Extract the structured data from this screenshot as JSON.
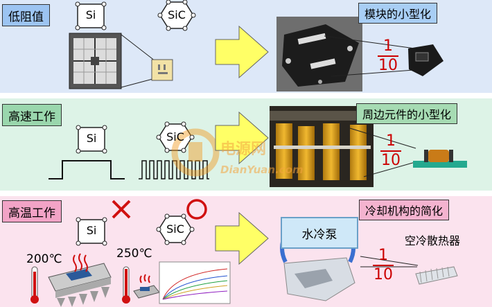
{
  "rows": [
    {
      "label": "低阻值",
      "result": "模块的小型化"
    },
    {
      "label": "高速工作",
      "result": "周边元件的小型化"
    },
    {
      "label": "高温工作",
      "result": "冷却机构的简化"
    }
  ],
  "chips": {
    "si": "Si",
    "sic": "SiC"
  },
  "fraction": {
    "numerator": "1",
    "denominator": "10"
  },
  "temps": {
    "si": "200℃",
    "sic": "250℃"
  },
  "cooling": {
    "pump": "水冷泵",
    "air": "空冷散热器"
  },
  "watermark": {
    "cn": "电源网",
    "en": "DianYuan.com"
  },
  "colors": {
    "blue_band": "#dde8f8",
    "green_band": "#ddf3e7",
    "pink_band": "#fbe3ee",
    "arrow": "#ffff66",
    "mark": "#d01010"
  }
}
